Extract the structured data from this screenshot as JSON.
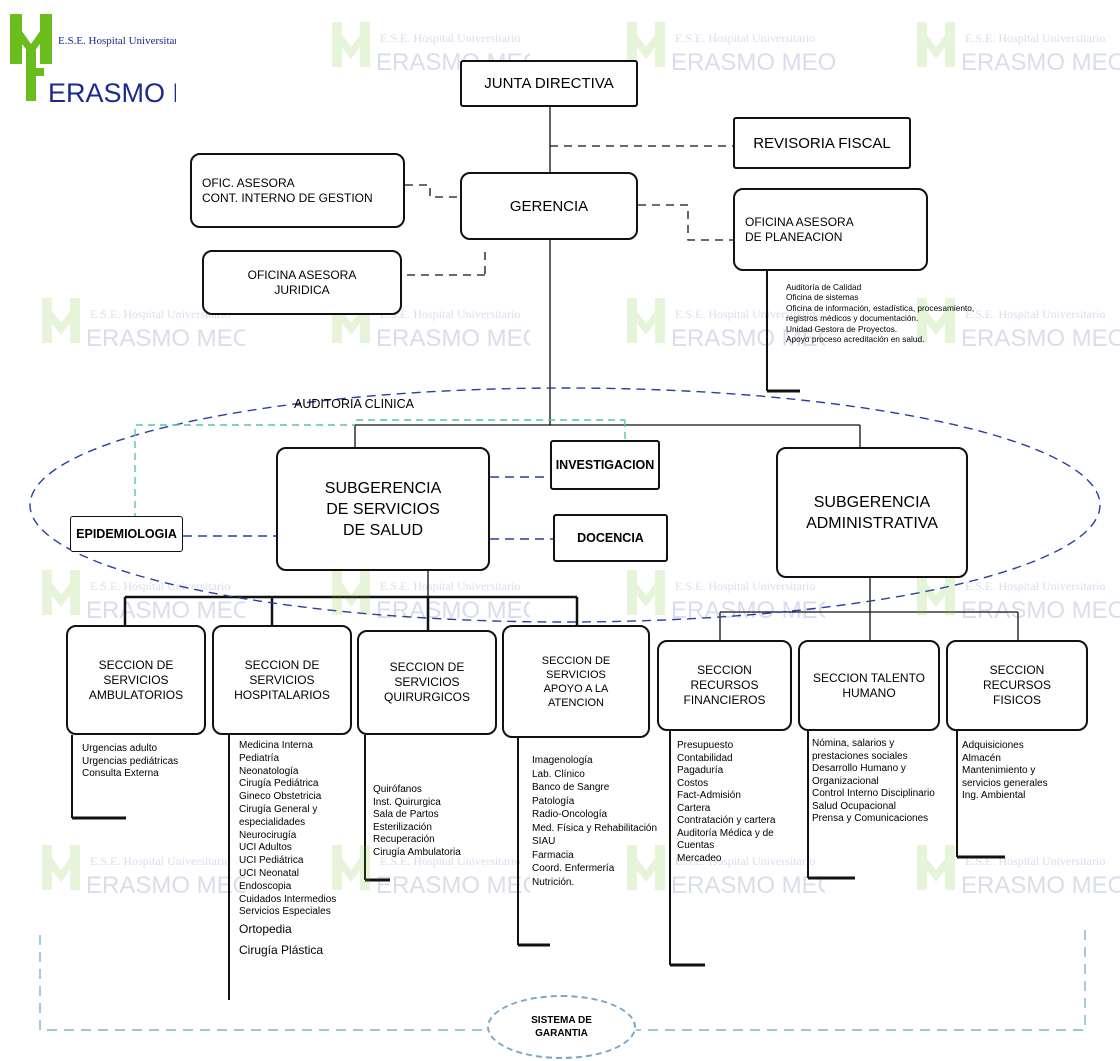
{
  "logo": {
    "line1": "E.S.E. Hospital Universitario",
    "line2": "ERASMO MEOZ"
  },
  "watermark": {
    "line1": "E.S.E. Hospital Universitario",
    "line2": "ERASMO MEOZ"
  },
  "colors": {
    "logo_green": "#6bbd1e",
    "logo_blue": "#1b2a8c",
    "dashed_blue": "#2a3fa0",
    "dashed_green": "#55c6b2",
    "dashed_teal": "#7fb3cc"
  },
  "boxes": {
    "junta": "JUNTA DIRECTIVA",
    "revisoria": "REVISORIA FISCAL",
    "gerencia": "GERENCIA",
    "control": "OFIC. ASESORA\nCONT. INTERNO DE GESTION",
    "juridica": "OFICINA ASESORA\nJURIDICA",
    "planeacion": "OFICINA ASESORA\nDE PLANEACION",
    "sub_salud": "SUBGERENCIA\nDE SERVICIOS\nDE SALUD",
    "sub_admin": "SUBGERENCIA\nADMINISTRATIVA",
    "investigacion": "INVESTIGACION",
    "docencia": "DOCENCIA",
    "epidemiologia": "EPIDEMIOLOGIA",
    "garantia": "SISTEMA DE\nGARANTIA"
  },
  "auditoria_label": "AUDITORIA CLINICA",
  "planeacion_list": [
    "Auditoría de Calidad",
    "Oficina de sistemas",
    "Oficina de información,  estadística,  procesamiento,",
    "registros médicos y documentación.",
    "Unidad Gestora de Proyectos.",
    "Apoyo proceso  acreditación  en salud."
  ],
  "sections": [
    {
      "title": "SECCION DE\nSERVICIOS\nAMBULATORIOS",
      "items": [
        "Urgencias adulto",
        "Urgencias pediátricas",
        "Consulta Externa"
      ]
    },
    {
      "title": "SECCION DE\nSERVICIOS\nHOSPITALARIOS",
      "items": [
        "Medicina Interna",
        "Pediatría",
        "Neonatología",
        "Cirugía Pediátrica",
        "Gineco Obstetricia",
        "Cirugía General y",
        "especialidades",
        "Neurocirugía",
        "UCI Adultos",
        "UCI Pediátrica",
        "UCI Neonatal",
        "Endoscopia",
        "Cuidados Intermedios",
        "Servicios Especiales",
        "Ortopedia",
        "Cirugía Plástica"
      ]
    },
    {
      "title": "SECCION DE\nSERVICIOS\nQUIRURGICOS",
      "items": [
        "Quirófanos",
        "Inst. Quirurgica",
        "Sala de Partos",
        "Esterilización",
        "Recuperación",
        "Cirugía Ambulatoria"
      ]
    },
    {
      "title": "SECCION DE\nSERVICIOS\nAPOYO A LA\nATENCION",
      "items": [
        "Imagenología",
        "Lab. Clínico",
        "Banco de Sangre",
        "Patología",
        "Radio-Oncología",
        "Med. Física y Rehabilitación",
        "SIAU",
        "Farmacia",
        "Coord. Enfermería",
        "Nutrición."
      ]
    },
    {
      "title": "SECCION\nRECURSOS\nFINANCIEROS",
      "items": [
        "Presupuesto",
        "Contabilidad",
        "Pagaduría",
        "Costos",
        "Fact-Admisión",
        "Cartera",
        "Contratación y cartera",
        "Auditoría Médica y de",
        "Cuentas",
        "Mercadeo"
      ]
    },
    {
      "title": "SECCION TALENTO\nHUMANO",
      "items": [
        "Nómina, salarios y",
        "prestaciones sociales",
        "Desarrollo Humano y",
        "Organizacional",
        "Control Interno Disciplinario",
        "Salud Ocupacional",
        "Prensa y Comunicaciones"
      ]
    },
    {
      "title": "SECCION\nRECURSOS\nFISICOS",
      "items": [
        "Adquisiciones",
        "Almacén",
        "Mantenimiento y",
        "servicios generales",
        "Ing. Ambiental"
      ]
    }
  ]
}
